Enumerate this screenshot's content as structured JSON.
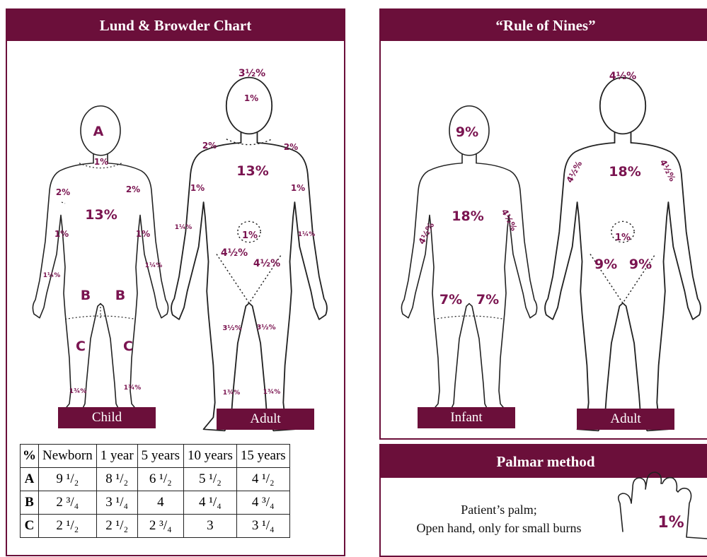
{
  "lund": {
    "title": "Lund & Browder Chart",
    "child_label": "Child",
    "adult_label": "Adult",
    "child": {
      "head": "A",
      "neck": "1%",
      "trunk": "13%",
      "upper_arm_l": "2%",
      "upper_arm_r": "2%",
      "forearm_l": "1%",
      "forearm_r": "1%",
      "hand_l": "1¼%",
      "hand_r": "1¼%",
      "thigh_l": "B",
      "thigh_r": "B",
      "leg_l": "C",
      "leg_r": "C",
      "foot_l": "1¾%",
      "foot_r": "1¾%"
    },
    "adult": {
      "head": "3½%",
      "neck": "1%",
      "trunk": "13%",
      "upper_arm_l": "2%",
      "upper_arm_r": "2%",
      "forearm_l": "1%",
      "forearm_r": "1%",
      "hand_l": "1¼%",
      "hand_r": "1¼%",
      "genital": "1%",
      "thigh_l": "4½%",
      "thigh_r": "4½%",
      "leg_l": "3½%",
      "leg_r": "3½%",
      "foot_l": "1¾%",
      "foot_r": "1¾%"
    },
    "table": {
      "header": [
        "%",
        "Newborn",
        "1 year",
        "5 years",
        "10 years",
        "15 years"
      ],
      "rows": [
        [
          "A",
          "9 ¹/₂",
          "8 ¹/₂",
          "6 ¹/₂",
          "5 ¹/₂",
          "4 ¹/₂"
        ],
        [
          "B",
          "2 ³/₄",
          "3 ¹/₄",
          "4",
          "4 ¹/₄",
          "4 ³/₄"
        ],
        [
          "C",
          "2 ¹/₂",
          "2 ¹/₂",
          "2 ³/₄",
          "3",
          "3 ¹/₄"
        ]
      ]
    }
  },
  "nines": {
    "title": "“Rule of Nines”",
    "infant_label": "Infant",
    "adult_label": "Adult",
    "infant": {
      "head": "9%",
      "trunk": "18%",
      "arm_l": "4½%",
      "arm_r": "4½%",
      "leg_l": "7%",
      "leg_r": "7%"
    },
    "adult": {
      "head": "4½%",
      "trunk": "18%",
      "arm_l": "4½%",
      "arm_r": "4½%",
      "genital": "1%",
      "leg_l": "9%",
      "leg_r": "9%"
    }
  },
  "palmar": {
    "title": "Palmar method",
    "line1": "Patient’s palm;",
    "line2": "Open hand, only for small burns",
    "hand_pct": "1%"
  },
  "colors": {
    "maroon": "#6b0f3a",
    "label": "#7a1450"
  }
}
